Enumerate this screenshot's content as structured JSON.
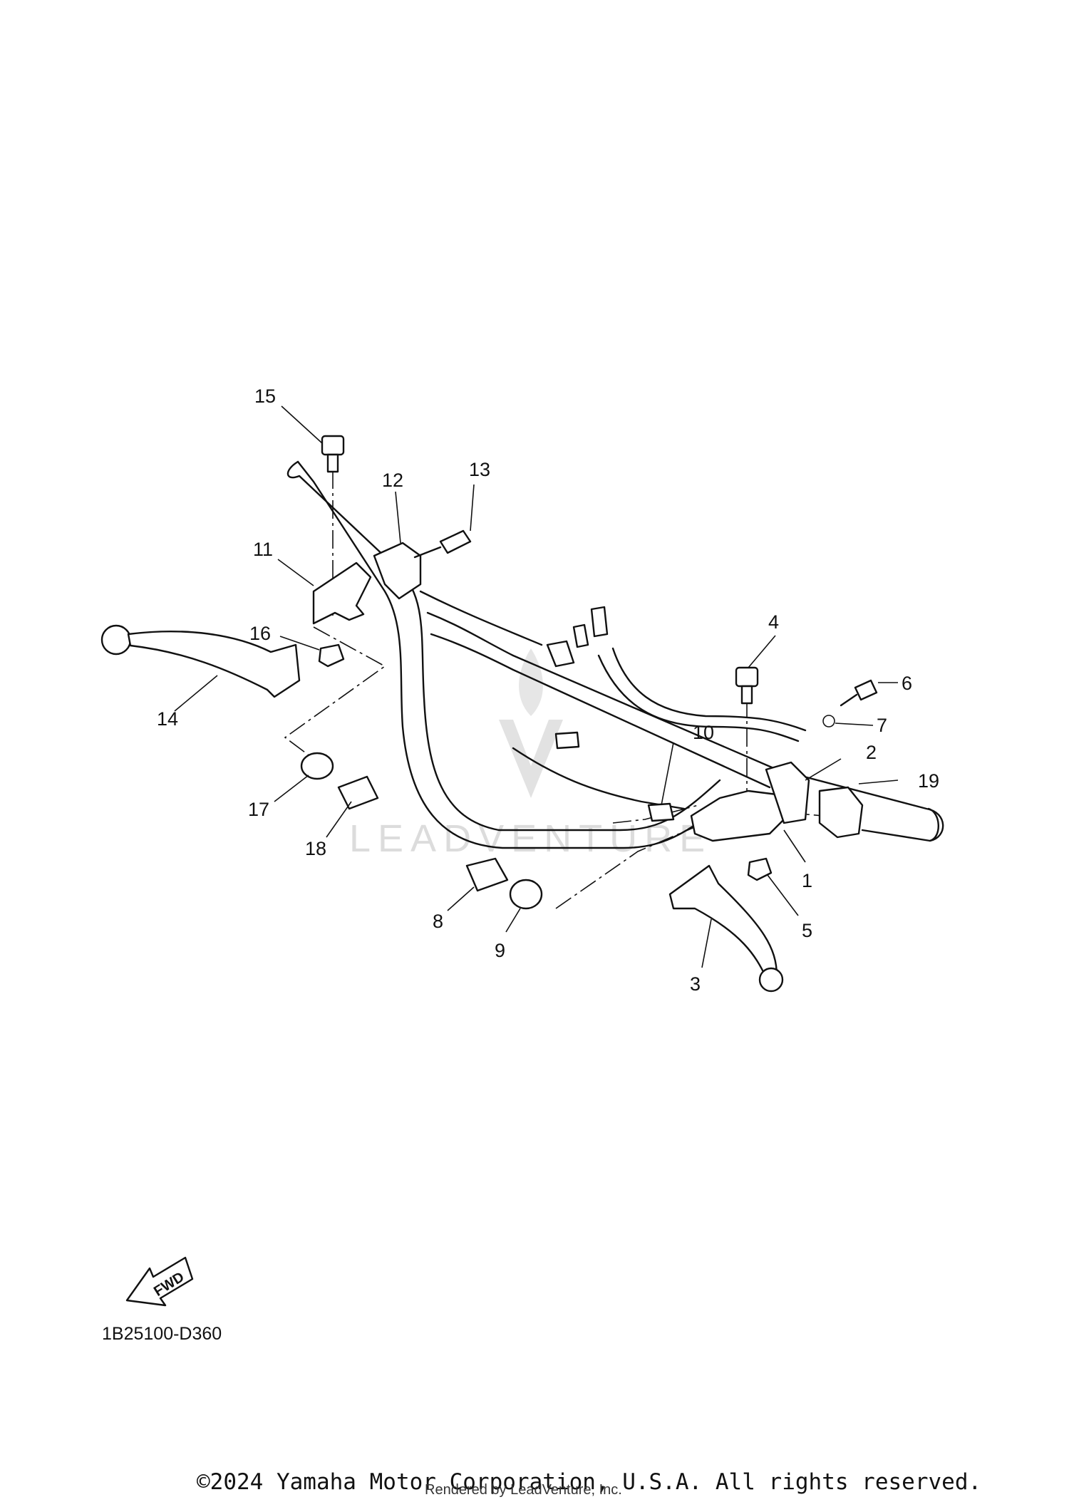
{
  "diagram": {
    "callouts": [
      "1",
      "2",
      "3",
      "4",
      "5",
      "6",
      "7",
      "8",
      "9",
      "10",
      "11",
      "12",
      "13",
      "14",
      "15",
      "16",
      "17",
      "18",
      "19"
    ],
    "part_code": "1B25100-D360",
    "fwd_label": "FWD",
    "watermark": "LEADVENTURE"
  },
  "footer": {
    "copyright": "©2024 Yamaha Motor Corporation, U.S.A. All rights reserved.",
    "rendered_by": "Rendered by LeadVenture, Inc."
  }
}
